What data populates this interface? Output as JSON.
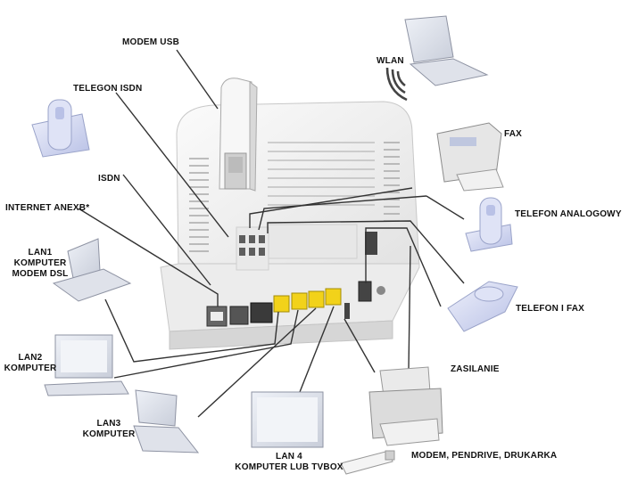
{
  "labels": {
    "modem_usb": "MODEM USB",
    "telegon_isdn": "TELEGON ISDN",
    "isdn": "ISDN",
    "internet_anexb": "INTERNET ANEXB*",
    "lan1_line1": "LAN1",
    "lan1_line2": "KOMPUTER",
    "lan1_line3": "MODEM DSL",
    "lan2_line1": "LAN2",
    "lan2_line2": "KOMPUTER",
    "lan3_line1": "LAN3",
    "lan3_line2": "KOMPUTER",
    "lan4_line1": "LAN 4",
    "lan4_line2": "KOMPUTER LUB TVBOX",
    "wlan": "WLAN",
    "fax": "FAX",
    "telefon_analogowy": "TELEFON ANALOGOWY",
    "telefon_i_fax": "TELEFON I FAX",
    "zasilanie": "ZASILANIE",
    "modem_pendrive_drukarka": "MODEM, PENDRIVE, DRUKARKA"
  },
  "colors": {
    "router_body": "#f4f4f4",
    "lan_ports": "#f2d21a",
    "connector_lines": "#333333",
    "device_gray": "#dfe2ea",
    "phone_blue": "#c9d0ee"
  },
  "icons": [
    "router-icon",
    "usb-modem-icon",
    "laptop-icon",
    "desktop-monitor-icon",
    "phone-icon",
    "fax-icon",
    "printer-icon",
    "usb-stick-icon",
    "wifi-icon"
  ]
}
